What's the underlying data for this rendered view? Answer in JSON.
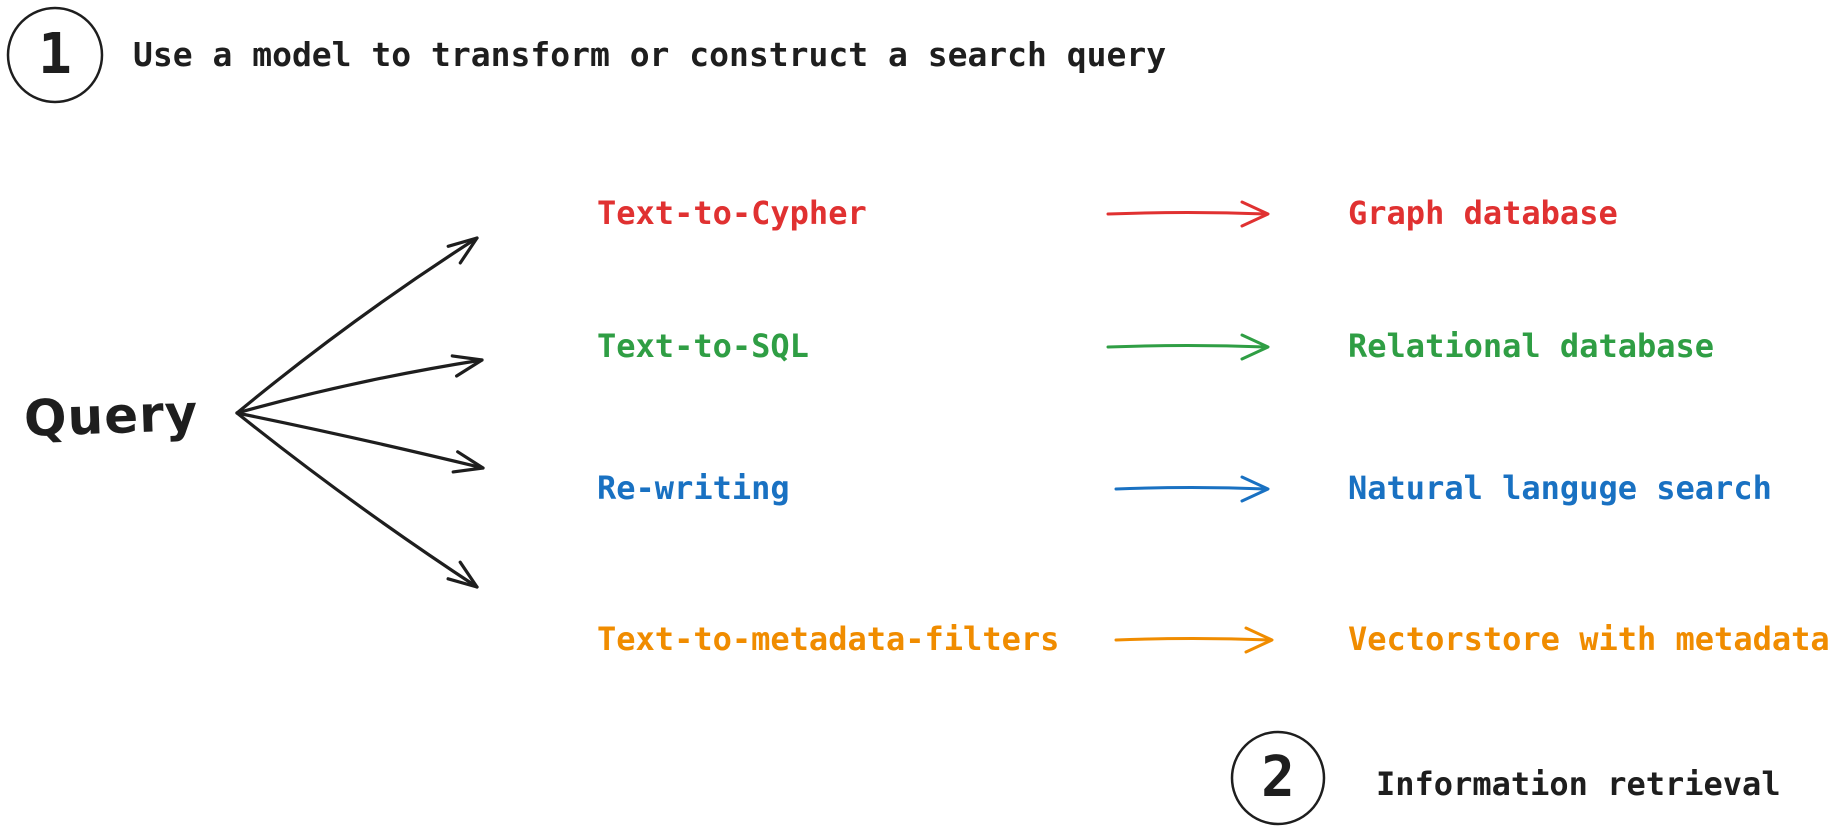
{
  "colors": {
    "ink": "#1e1e1e",
    "background": "#ffffff",
    "red": "#e03131",
    "green": "#2f9e44",
    "blue": "#1971c2",
    "orange": "#f08c00"
  },
  "step1": {
    "number": "1",
    "label": "Use a model to transform or construct a search query"
  },
  "query": {
    "label": "Query"
  },
  "rows": [
    {
      "method": "Text-to-Cypher",
      "target": "Graph database",
      "color": "#e03131"
    },
    {
      "method": "Text-to-SQL",
      "target": "Relational database",
      "color": "#2f9e44"
    },
    {
      "method": "Re-writing",
      "target": "Natural languge search",
      "color": "#1971c2"
    },
    {
      "method": "Text-to-metadata-filters",
      "target": "Vectorstore with metadata",
      "color": "#f08c00"
    }
  ],
  "step2": {
    "number": "2",
    "label": "Information retrieval"
  }
}
